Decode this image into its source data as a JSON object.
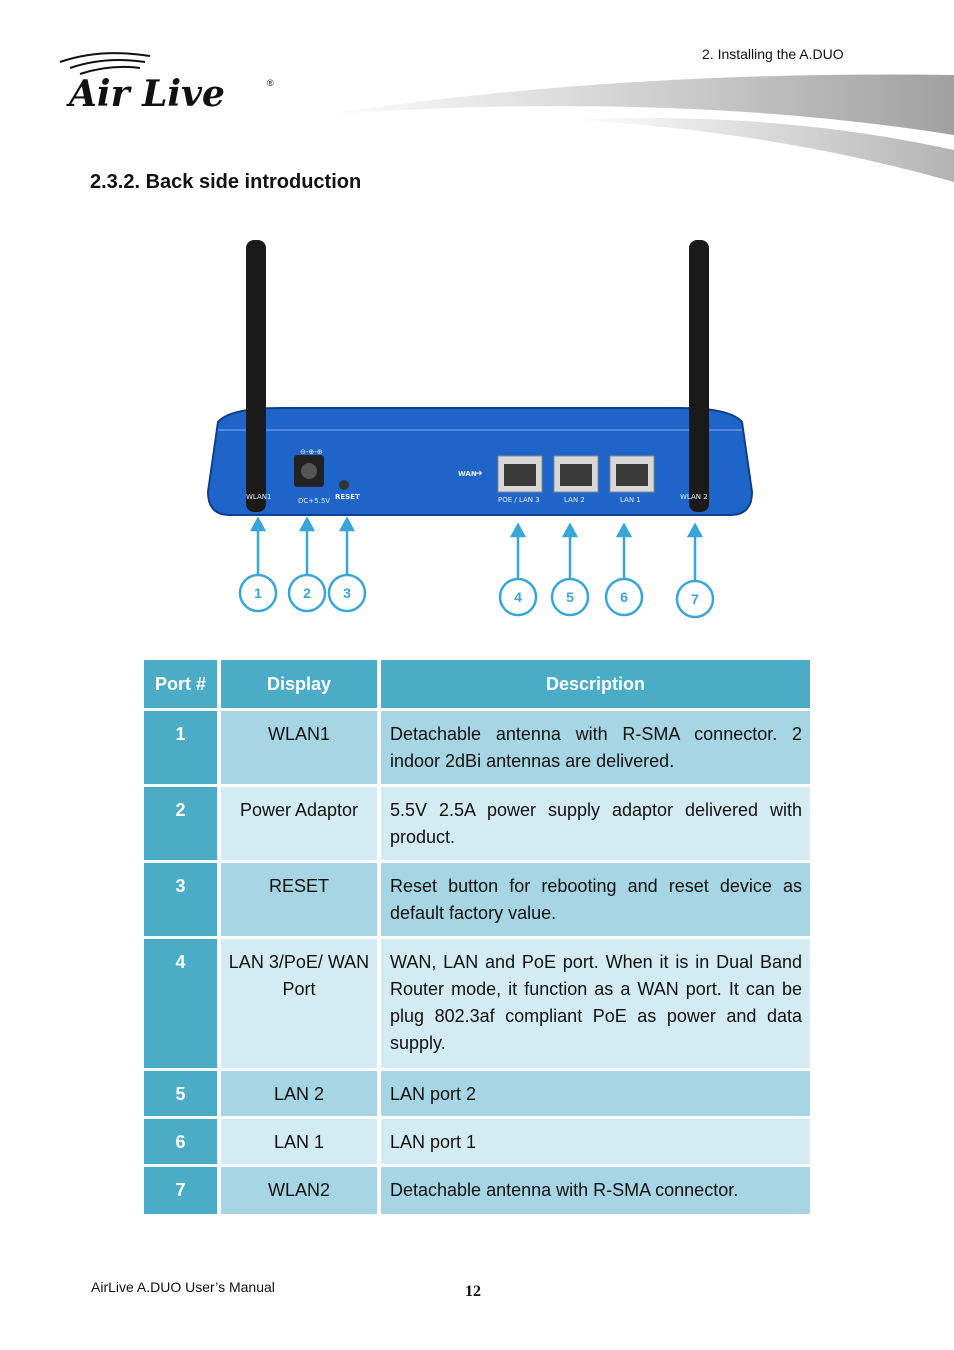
{
  "header": {
    "chapter": "2. Installing the A.DUO",
    "logo_text": "Air Live"
  },
  "section": {
    "title": "2.3.2.  Back side introduction"
  },
  "figure": {
    "labels": {
      "power_symbol": "⊖-⊕-⊕",
      "wlan1": "WLAN1",
      "dc": "DC+5.5V",
      "reset": "RESET",
      "wan": "WAN",
      "poe_lan3": "POE / LAN 3",
      "lan2": "LAN 2",
      "lan1": "LAN 1",
      "wlan2": "WLAN 2"
    },
    "callouts": [
      "1",
      "2",
      "3",
      "4",
      "5",
      "6",
      "7"
    ],
    "colors": {
      "device": "#1f64c8",
      "callout": "#39a6d8"
    }
  },
  "table": {
    "headers": [
      "Port #",
      "Display",
      "Description"
    ],
    "rows": [
      {
        "port": "1",
        "display": "WLAN1",
        "description": "Detachable antenna with R-SMA connector. 2 indoor 2dBi antennas are delivered."
      },
      {
        "port": "2",
        "display": "Power Adaptor",
        "description": "5.5V 2.5A power supply adaptor delivered with product."
      },
      {
        "port": "3",
        "display": "RESET",
        "description": "Reset button for rebooting and reset device as default factory value."
      },
      {
        "port": "4",
        "display": "LAN 3/PoE/ WAN Port",
        "description": "WAN, LAN and PoE port.  When it is in Dual Band Router mode, it function as a WAN port. It can be plug 802.3af compliant PoE as power and data supply."
      },
      {
        "port": "5",
        "display": "LAN 2",
        "description": "LAN port 2"
      },
      {
        "port": "6",
        "display": "LAN 1",
        "description": "LAN port 1"
      },
      {
        "port": "7",
        "display": "WLAN2",
        "description": "Detachable antenna with R-SMA connector."
      }
    ]
  },
  "footer": {
    "manual": "AirLive A.DUO User’s Manual",
    "page": "12"
  }
}
